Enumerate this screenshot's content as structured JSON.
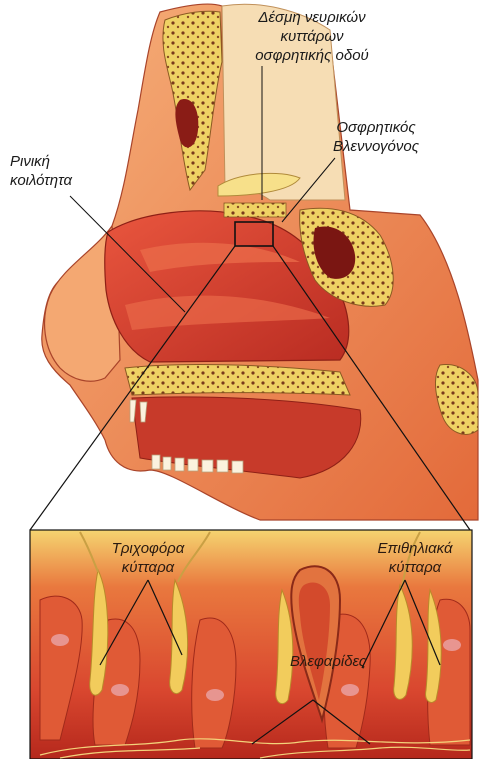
{
  "labels": {
    "nerve_bundle": "Δέσμη νευρικών\nκυττάρων\nοσφρητικής οδού",
    "olfactory_mucosa": "Οσφρητικός\nΒλεννογόνος",
    "nasal_cavity": "Ρινική\nκοιλότητα",
    "hair_cells": "Τριχοφόρα\nκύτταρα",
    "epithelial_cells": "Επιθηλιακά\nκύτταρα",
    "cilia": "Βλεφαρίδες"
  },
  "colors": {
    "flesh_light": "#f3a36c",
    "flesh": "#e8743f",
    "flesh_dark": "#c8382a",
    "cavity_red": "#d43a2a",
    "bone": "#f0d86a",
    "bone_dark": "#c79a3a",
    "background": "#ffffff"
  }
}
